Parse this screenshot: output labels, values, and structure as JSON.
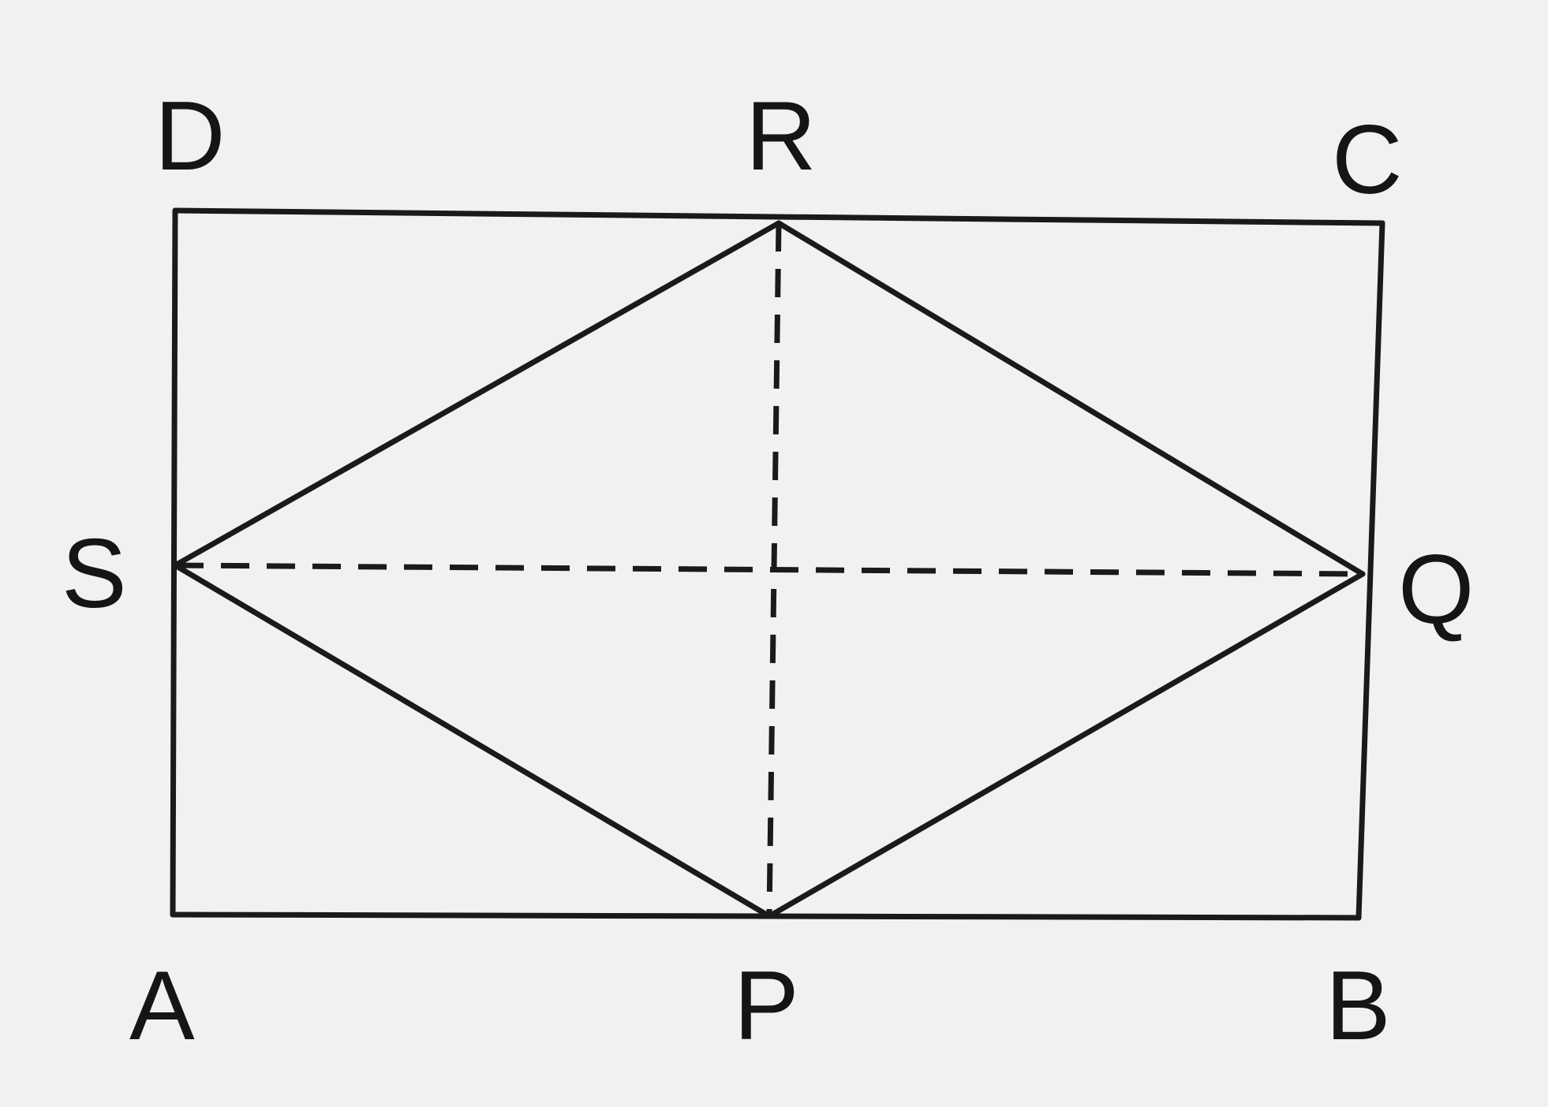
{
  "diagram": {
    "labels": {
      "A": "A",
      "B": "B",
      "C": "C",
      "D": "D",
      "P": "P",
      "Q": "Q",
      "R": "R",
      "S": "S"
    },
    "colors": {
      "background": "#f1f1f1",
      "ink": "#1a1a1a"
    }
  }
}
